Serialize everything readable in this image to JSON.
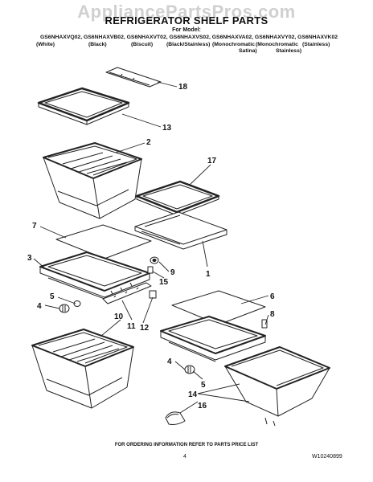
{
  "watermark": "AppliancePartsPros.com",
  "title": "REFRIGERATOR SHELF PARTS",
  "for_model_label": "For Model:",
  "models_line": "GS6NHAXVQ02, GS6NHAXVB02, GS6NHAXVT02, GS6NHAXVS02, GS6NHAXVA02, GS6NHAXVY02, GS6NHAXVK02",
  "colors": {
    "white": "(White)",
    "black": "(Black)",
    "biscuit": "(Biscuit)",
    "black_stainless": "(Black/Stainless)",
    "mono_satina_1": "(Monochromatic",
    "mono_satina_2": "Satina)",
    "mono_stainless_1": "(Monochromatic",
    "mono_stainless_2": "Stainless)",
    "stainless": "(Stainless)"
  },
  "callouts": {
    "c18": "18",
    "c13": "13",
    "c2": "2",
    "c17": "17",
    "c7": "7",
    "c1": "1",
    "c3": "3",
    "c9": "9",
    "c15": "15",
    "c5a": "5",
    "c4a": "4",
    "c10": "10",
    "c11": "11",
    "c12": "12",
    "c6": "6",
    "c8": "8",
    "c4b": "4",
    "c5b": "5",
    "c14": "14",
    "c16": "16"
  },
  "footer": "FOR ORDERING INFORMATION REFER TO PARTS PRICE LIST",
  "page_number": "4",
  "doc_id": "W10240899"
}
